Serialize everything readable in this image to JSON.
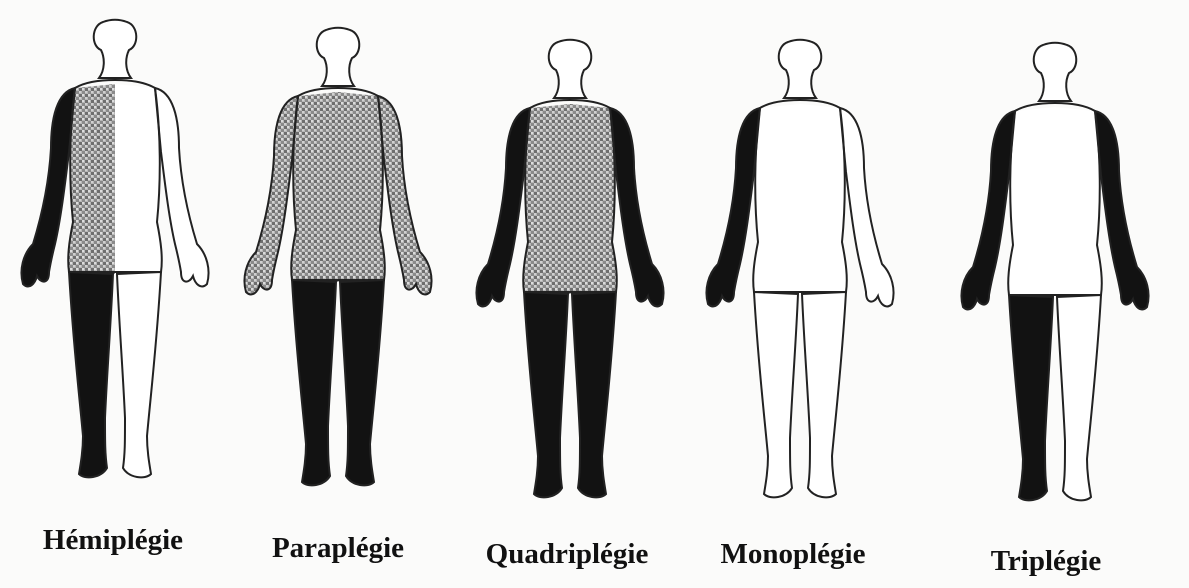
{
  "figures": [
    {
      "id": "hemiplegie",
      "label": "Hémiplégie",
      "regions": {
        "trunk": "half-left-stippled",
        "head": "clear",
        "left_arm": "black",
        "right_arm": "clear",
        "left_leg": "black",
        "right_leg": "clear"
      }
    },
    {
      "id": "paraplegie",
      "label": "Paraplégie",
      "regions": {
        "trunk": "stippled",
        "head": "clear",
        "left_arm": "stippled",
        "right_arm": "stippled",
        "left_leg": "black",
        "right_leg": "black"
      }
    },
    {
      "id": "quadriplegie",
      "label": "Quadriplégie",
      "regions": {
        "trunk": "stippled",
        "head": "clear",
        "left_arm": "black",
        "right_arm": "black",
        "left_leg": "black",
        "right_leg": "black"
      }
    },
    {
      "id": "monoplegie",
      "label": "Monoplégie",
      "regions": {
        "trunk": "clear",
        "head": "clear",
        "left_arm": "black",
        "right_arm": "clear",
        "left_leg": "clear",
        "right_leg": "clear"
      }
    },
    {
      "id": "triplegie",
      "label": "Triplégie",
      "regions": {
        "trunk": "clear",
        "head": "clear",
        "left_arm": "black",
        "right_arm": "black",
        "left_leg": "black",
        "right_leg": "clear"
      }
    }
  ],
  "legend_colors": {
    "black": "#121212",
    "stippled": "#9a9a9a",
    "clear": "#ffffff",
    "outline": "#222222"
  }
}
